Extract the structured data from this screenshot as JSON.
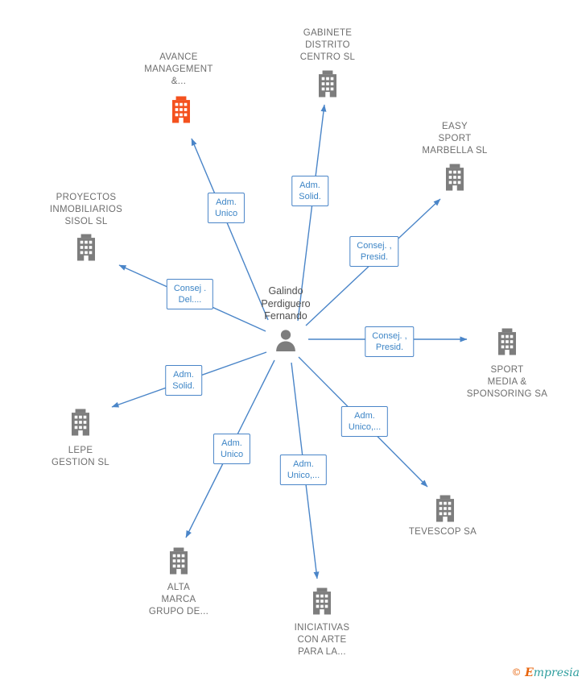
{
  "colors": {
    "edge_blue": "#4a85c8",
    "edge_label_blue": "#3d85c6",
    "node_gray": "#7d7d7d",
    "highlight_orange": "#f4511e",
    "label_gray": "#6e6e6e",
    "brand_orange": "#e8650d",
    "brand_teal": "#2e9e9e"
  },
  "center": {
    "name": "Galindo\nPerdiguero\nFernando"
  },
  "nodes": [
    {
      "id": "avance-management",
      "label": "AVANCE\nMANAGEMENT\n&...",
      "highlighted": true
    },
    {
      "id": "gabinete-distrito",
      "label": "GABINETE\nDISTRITO\nCENTRO  SL",
      "highlighted": false
    },
    {
      "id": "easy-sport-marbella",
      "label": "EASY\nSPORT\nMARBELLA  SL",
      "highlighted": false
    },
    {
      "id": "proyectos-inmobiliarios",
      "label": "PROYECTOS\nINMOBILIARIOS\nSISOL SL",
      "highlighted": false
    },
    {
      "id": "sport-media-sponsoring",
      "label": "SPORT\nMEDIA &\nSPONSORING SA",
      "highlighted": false
    },
    {
      "id": "lepe-gestion",
      "label": "LEPE\nGESTION SL",
      "highlighted": false
    },
    {
      "id": "tevescop",
      "label": "TEVESCOP SA",
      "highlighted": false
    },
    {
      "id": "alta-marca",
      "label": "ALTA\nMARCA\nGRUPO DE...",
      "highlighted": false
    },
    {
      "id": "iniciativas-con-arte",
      "label": "INICIATIVAS\nCON ARTE\nPARA LA...",
      "highlighted": false
    }
  ],
  "edges": [
    {
      "role": "Adm.\nUnico",
      "target": "avance-management"
    },
    {
      "role": "Adm.\nSolid.",
      "target": "gabinete-distrito"
    },
    {
      "role": "Consej. ,\nPresid.",
      "target": "easy-sport-marbella"
    },
    {
      "role": "Consej .\nDel....",
      "target": "proyectos-inmobiliarios"
    },
    {
      "role": "Consej. ,\nPresid.",
      "target": "sport-media-sponsoring"
    },
    {
      "role": "Adm.\nSolid.",
      "target": "lepe-gestion"
    },
    {
      "role": "Adm.\nUnico,...",
      "target": "tevescop"
    },
    {
      "role": "Adm.\nUnico",
      "target": "alta-marca"
    },
    {
      "role": "Adm.\nUnico,...",
      "target": "iniciativas-con-arte"
    }
  ],
  "watermark": {
    "symbol": "©",
    "brand_initial": "E",
    "brand_rest": "mpresia"
  }
}
